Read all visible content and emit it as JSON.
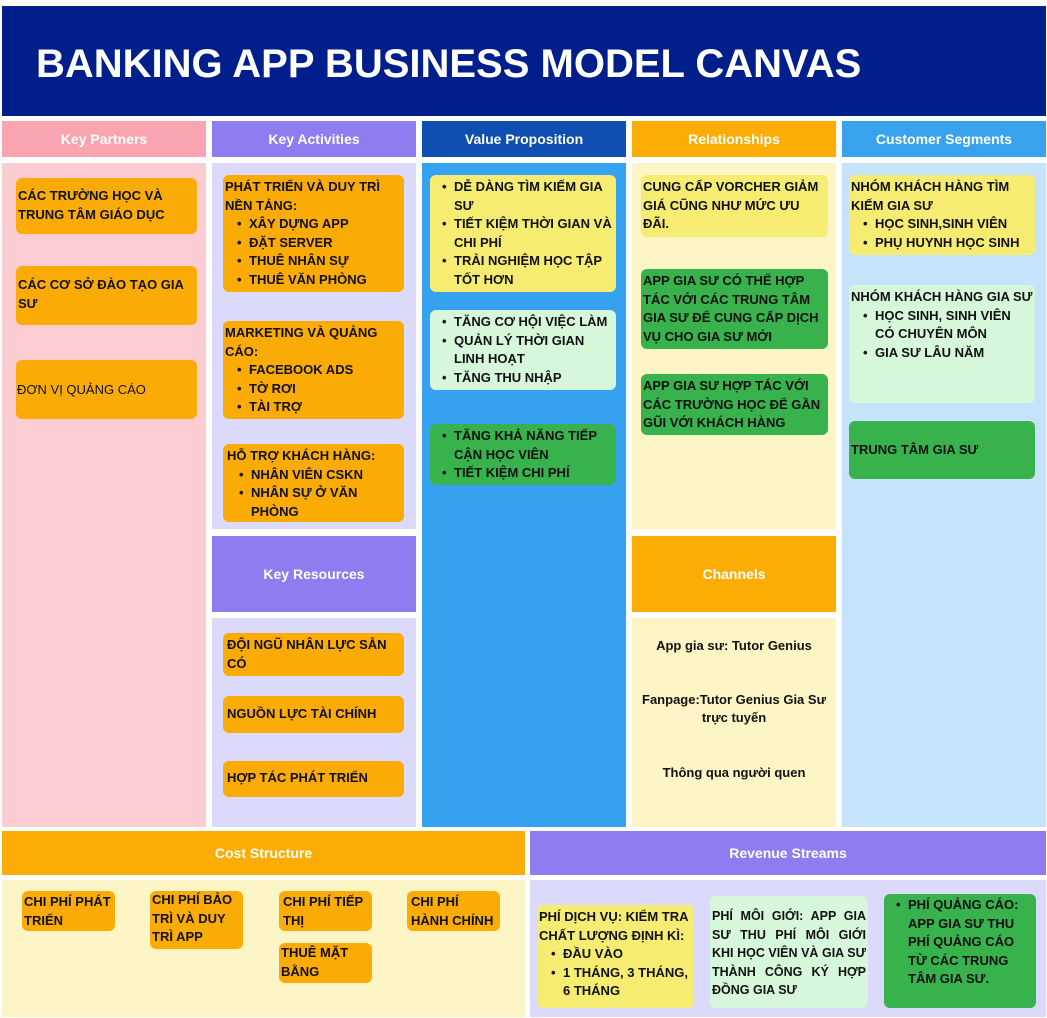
{
  "title": "BANKING APP BUSINESS MODEL CANVAS",
  "colors": {
    "header": "#001f8b",
    "key_partners": "#f8a5b1",
    "key_activities": "#8e7df0",
    "value_proposition": "#0f4fb1",
    "relationships": "#fbac05",
    "customer_segments": "#39a2ef",
    "note_orange": "#fbab06",
    "note_yellow": "#f6ec71",
    "note_mint": "#d7f7da",
    "note_green": "#37b24d"
  },
  "key_partners": {
    "heading": "Key Partners",
    "notes": [
      "CÁC TRƯỜNG HỌC VÀ TRUNG TÂM GIÁO DỤC",
      "CÁC CƠ SỞ ĐÀO TẠO GIA SƯ",
      "ĐƠN VỊ QUẢNG CÁO"
    ]
  },
  "key_activities": {
    "heading": "Key Activities",
    "notes": [
      {
        "title": "PHÁT TRIỂN VÀ DUY TRÌ NỀN TẢNG:",
        "items": [
          "XÂY DỰNG APP",
          "ĐẶT SERVER",
          "THUÊ NHÂN SỰ",
          "THUÊ VĂN PHÒNG"
        ]
      },
      {
        "title": "MARKETING VÀ QUẢNG CÁO:",
        "items": [
          "FACEBOOK ADS",
          "TỜ RƠI",
          "TÀI TRỢ"
        ]
      },
      {
        "title": "HỖ TRỢ KHÁCH HÀNG:",
        "items": [
          "NHÂN VIÊN CSKN",
          "NHÂN SỰ Ở VĂN PHÒNG"
        ]
      }
    ]
  },
  "key_resources": {
    "heading": "Key Resources",
    "notes": [
      "ĐỘI NGŨ NHÂN LỰC SẴN CÓ",
      "NGUỒN LỰC TÀI CHÍNH",
      "HỢP TÁC PHÁT TRIỂN"
    ]
  },
  "value_proposition": {
    "heading": "Value Proposition",
    "notes": [
      [
        "DỄ DÀNG TÌM KIẾM GIA SƯ",
        "TIẾT KIỆM THỜI GIAN VÀ CHI PHÍ",
        "TRẢI NGHIỆM HỌC TẬP TỐT HƠN"
      ],
      [
        "TĂNG CƠ HỘI VIỆC LÀM",
        "QUẢN LÝ THỜI GIAN LINH HOẠT",
        "TĂNG THU NHẬP"
      ],
      [
        "TĂNG KHẢ NĂNG TIẾP CẬN HỌC VIÊN",
        "TIẾT KIỆM CHI PHÍ"
      ]
    ]
  },
  "relationships": {
    "heading": "Relationships",
    "notes": [
      "CUNG CẤP VORCHER GIẢM GIÁ CŨNG NHƯ MỨC ƯU ĐÃI.",
      "APP GIA SƯ CÓ THỂ HỢP TÁC VỚI CÁC TRUNG TÂM GIA SƯ ĐỂ CUNG CẤP DỊCH VỤ CHO GIA SƯ MỚI",
      "APP GIA SƯ HỢP TÁC VỚI CÁC TRƯỜNG HỌC ĐỂ GẦN GŨI VỚI KHÁCH HÀNG"
    ]
  },
  "channels": {
    "heading": "Channels",
    "items": [
      "App gia sư: Tutor Genius",
      "Fanpage:Tutor Genius Gia Sư trực tuyến",
      "Thông qua người quen"
    ]
  },
  "customer_segments": {
    "heading": "Customer Segments",
    "notes": [
      {
        "title": "NHÓM KHÁCH HÀNG TÌM KIẾM GIA SƯ",
        "items": [
          "HỌC SINH,SINH VIÊN",
          "PHỤ HUYNH HỌC SINH"
        ]
      },
      {
        "title": "NHÓM KHÁCH HÀNG GIA SƯ",
        "items": [
          "HỌC SINH, SINH VIÊN CÓ CHUYÊN MÔN",
          "GIA SƯ LÂU NĂM"
        ]
      },
      {
        "title": "TRUNG TÂM GIA SƯ",
        "items": []
      }
    ]
  },
  "cost_structure": {
    "heading": "Cost Structure",
    "notes": [
      "CHI PHÍ PHÁT TRIỂN",
      "CHI PHÍ BẢO TRÌ VÀ DUY TRÌ APP",
      "CHI PHÍ TIẾP THỊ",
      "THUÊ MẶT BẰNG",
      "CHI PHÍ HÀNH CHÍNH"
    ]
  },
  "revenue_streams": {
    "heading": "Revenue Streams",
    "notes": [
      {
        "title": "PHÍ DỊCH VỤ: KIỂM TRA CHẤT LƯỢNG ĐỊNH KÌ:",
        "items": [
          "ĐẦU VÀO",
          "1 THÁNG, 3 THÁNG, 6 THÁNG"
        ]
      },
      {
        "title": "PHÍ MÔI GIỚI: APP GIA SƯ THU PHÍ MÔI GIỚI KHI HỌC VIÊN VÀ GIA SƯ THÀNH CÔNG KÝ HỢP ĐỒNG GIA SƯ",
        "items": []
      },
      {
        "title": "",
        "items": [
          "PHÍ QUẢNG CÁO: APP GIA SƯ THU PHÍ QUẢNG CÁO TỪ CÁC TRUNG TÂM GIA SƯ."
        ]
      }
    ]
  }
}
